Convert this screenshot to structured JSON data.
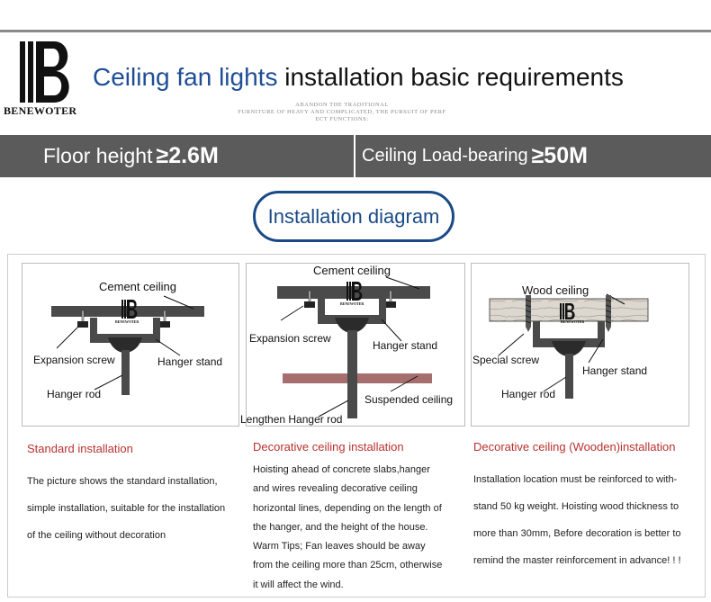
{
  "brand": {
    "name": "BENEWOTER"
  },
  "header": {
    "title_highlight": "Ceiling fan lights",
    "title_rest": " installation basic requirements",
    "tagline_lines": [
      "ABANDON THE TRADITIONAL",
      "FURNITURE OF HEAVY AND COMPLICATED, THE PURSUIT OF PERF",
      "ECT FUNCTIONS:"
    ]
  },
  "requirements": {
    "floor_label": "Floor height",
    "floor_value": "≥2.6M",
    "load_label": "Ceiling Load-bearing",
    "load_value": "≥50M"
  },
  "diagram_title": "Installation diagram",
  "colors": {
    "accent_blue": "#1f4e96",
    "section_red": "#b8312f",
    "band_gray": "#5b5b5b",
    "beam_gray": "#4a4a4a",
    "suspended_ceiling": "#a76e6e",
    "wood": "#ddd8cf"
  },
  "diagrams": [
    {
      "labels": {
        "ceiling": "Cement ceiling",
        "screw": "Expansion screw",
        "stand": "Hanger stand",
        "rod": "Hanger rod"
      }
    },
    {
      "labels": {
        "ceiling": "Cement ceiling",
        "screw": "Expansion screw",
        "stand": "Hanger stand",
        "suspended": "Suspended ceiling",
        "rod": "Lengthen Hanger rod"
      }
    },
    {
      "labels": {
        "ceiling": "Wood ceiling",
        "screw": "Special screw",
        "stand": "Hanger stand",
        "rod": "Hanger rod"
      }
    }
  ],
  "sections": [
    {
      "title": "Standard installation",
      "lines": [
        "The picture shows the standard installation,",
        "simple installation, suitable for the installation",
        "of the ceiling without decoration"
      ]
    },
    {
      "title": "Decorative ceiling installation",
      "lines": [
        "Hoisting ahead of concrete slabs,hanger",
        "and wires revealing decorative ceiling",
        "horizontal lines, depending on the length of",
        "the hanger, and the height of the house.",
        "Warm Tips; Fan leaves should be away",
        "from the ceiling more than 25cm, otherwise",
        "it will affect the wind."
      ]
    },
    {
      "title": "Decorative ceiling (Wooden)installation",
      "lines": [
        "Installation location must be reinforced to with-",
        "stand 50 kg weight. Hoisting wood thickness to",
        "more than 30mm, Before decoration is better to",
        "remind the master reinforcement in advance! ! !"
      ]
    }
  ]
}
